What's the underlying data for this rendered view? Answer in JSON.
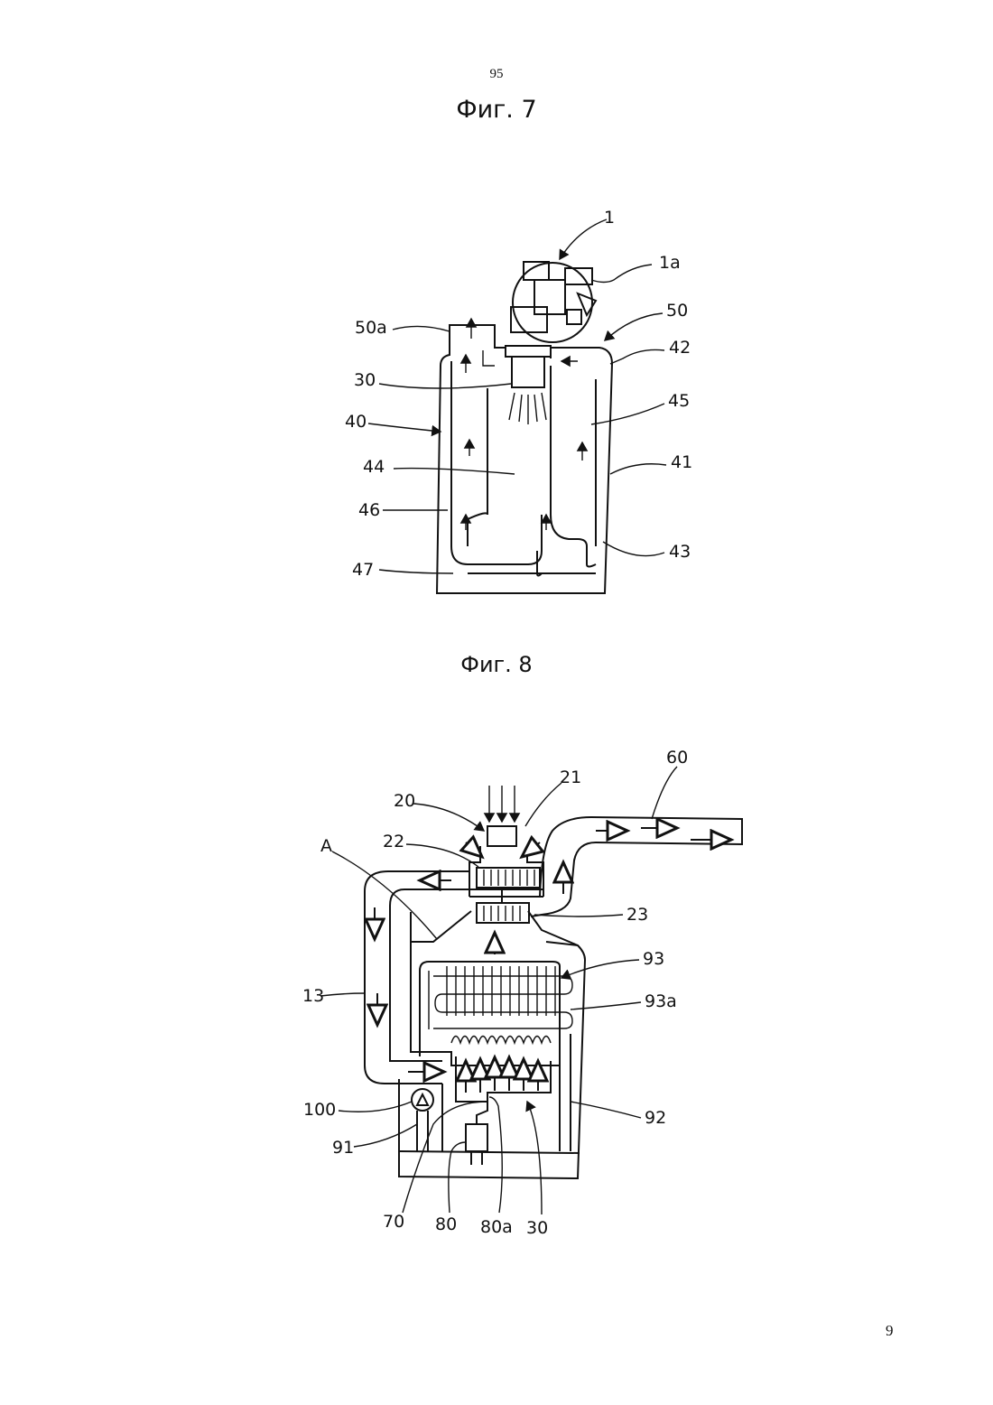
{
  "page": {
    "number_top": "95",
    "number_bottom": "9"
  },
  "fig7": {
    "title": "Фиг. 7",
    "labels": [
      "1",
      "1a",
      "50",
      "42",
      "50a",
      "30",
      "40",
      "45",
      "44",
      "41",
      "46",
      "43",
      "47"
    ]
  },
  "fig8": {
    "title": "Фиг. 8",
    "labels": [
      "60",
      "21",
      "20",
      "22",
      "A",
      "23",
      "93",
      "93a",
      "13",
      "100",
      "92",
      "91",
      "70",
      "80",
      "80a",
      "30"
    ]
  }
}
